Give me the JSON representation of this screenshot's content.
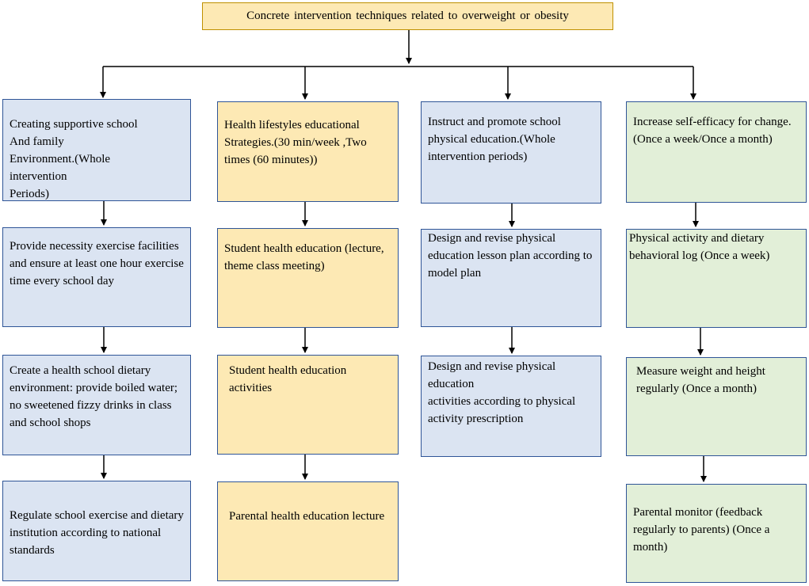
{
  "diagram": {
    "title": "Concrete intervention techniques related to overweight or obesity",
    "colors": {
      "blue_fill": "#dbe4f2",
      "yellow_fill": "#fde9b4",
      "green_fill": "#e2efd8",
      "border": "#2f5597",
      "title_border": "#bf9000",
      "arrow": "#000000"
    },
    "columns": [
      {
        "color": "blue",
        "boxes": [
          "Creating supportive school\nAnd family\nEnvironment.(Whole\nintervention\nPeriods)",
          "Provide necessity exercise facilities and ensure at least one hour exercise time every school day",
          "Create a health school dietary environment: provide boiled water; no sweetened fizzy drinks in class and school shops",
          "Regulate school exercise and dietary institution according to national standards"
        ]
      },
      {
        "color": "yellow",
        "boxes": [
          "Health lifestyles educational Strategies.(30 min/week ,Two times (60 minutes))",
          "Student health education (lecture, theme class meeting)",
          "Student health education activities",
          "Parental health education lecture"
        ]
      },
      {
        "color": "blue",
        "boxes": [
          "Instruct and promote school physical education.(Whole intervention periods)",
          "Design and revise physical education lesson plan according to model plan",
          "Design and revise physical education\nactivities according to physical activity prescription"
        ]
      },
      {
        "color": "green",
        "boxes": [
          "Increase self-efficacy for change.(Once a week/Once a month)",
          "Physical activity and dietary behavioral log (Once a week)",
          "Measure weight and height regularly (Once a month)",
          "Parental monitor (feedback regularly to parents) (Once a month)"
        ]
      }
    ]
  }
}
